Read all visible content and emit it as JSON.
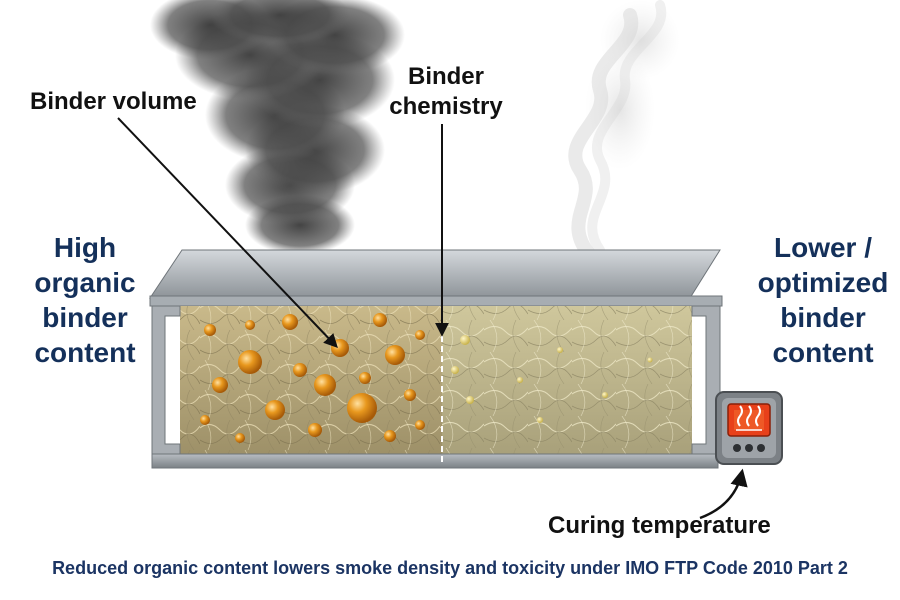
{
  "labels": {
    "left_side": [
      "High",
      "organic",
      "binder",
      "content"
    ],
    "right_side": [
      "Lower /",
      "optimized",
      "binder",
      "content"
    ],
    "binder_volume": "Binder volume",
    "binder_chemistry": [
      "Binder",
      "chemistry"
    ],
    "curing_temperature": "Curing temperature"
  },
  "caption": "Reduced organic content lowers smoke density and toxicity under IMO FTP Code 2010 Part 2",
  "icons": {
    "dense_smoke": "dense-smoke-plume",
    "light_smoke": "light-smoke-wisp",
    "oven_controller": "oven-heat-icon"
  },
  "colors": {
    "label_navy": "#14305a",
    "caption_navy": "#1b3463",
    "binder_droplet": "#e0901a",
    "fiber_core": "#bfb48a",
    "steel": "#9aa0a6",
    "heater_red": "#e8401a"
  }
}
